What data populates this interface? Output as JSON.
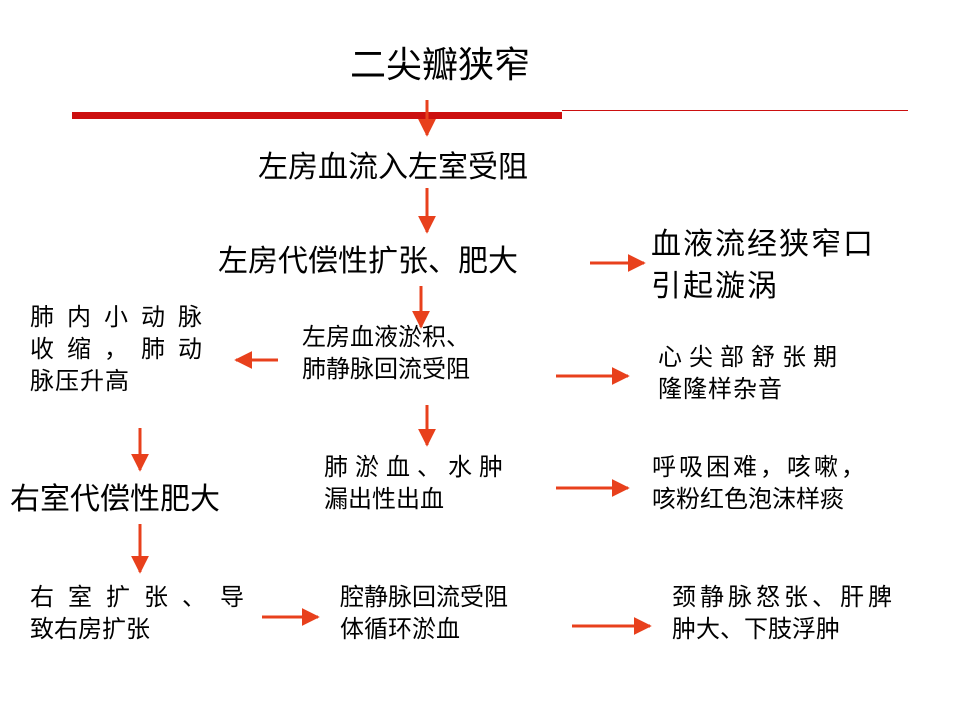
{
  "title": "二尖瓣狭窄",
  "nodes": {
    "la_obstruct": "左房血流入左室受阻",
    "la_hypertrophy": "左房代偿性扩张、肥大",
    "stenosis_vortex": [
      "血液流经狭窄口",
      "引起漩涡"
    ],
    "la_congestion": [
      "左房血液淤积、",
      "肺静脉回流受阻"
    ],
    "diastolic_murmur": [
      "心尖部舒张期",
      "隆隆样杂音"
    ],
    "pulm_hypertension": [
      "肺内小动脉",
      "收缩，肺动",
      "脉压升高"
    ],
    "pulm_edema": [
      "肺淤血、水肿",
      "漏出性出血"
    ],
    "dyspnea": [
      "呼吸困难，咳嗽，",
      "咳粉红色泡沫样痰"
    ],
    "rv_hypertrophy": "右室代偿性肥大",
    "ra_dilation": [
      "右室扩张、导",
      "致右房扩张"
    ],
    "systemic_congestion": [
      "腔静脉回流受阻",
      "体循环淤血"
    ],
    "signs": [
      "颈静脉怒张、肝脾",
      "肿大、下肢浮肿"
    ]
  },
  "colors": {
    "arrow": "#e8401c",
    "rule": "#cc0f0f",
    "text": "#000000"
  }
}
